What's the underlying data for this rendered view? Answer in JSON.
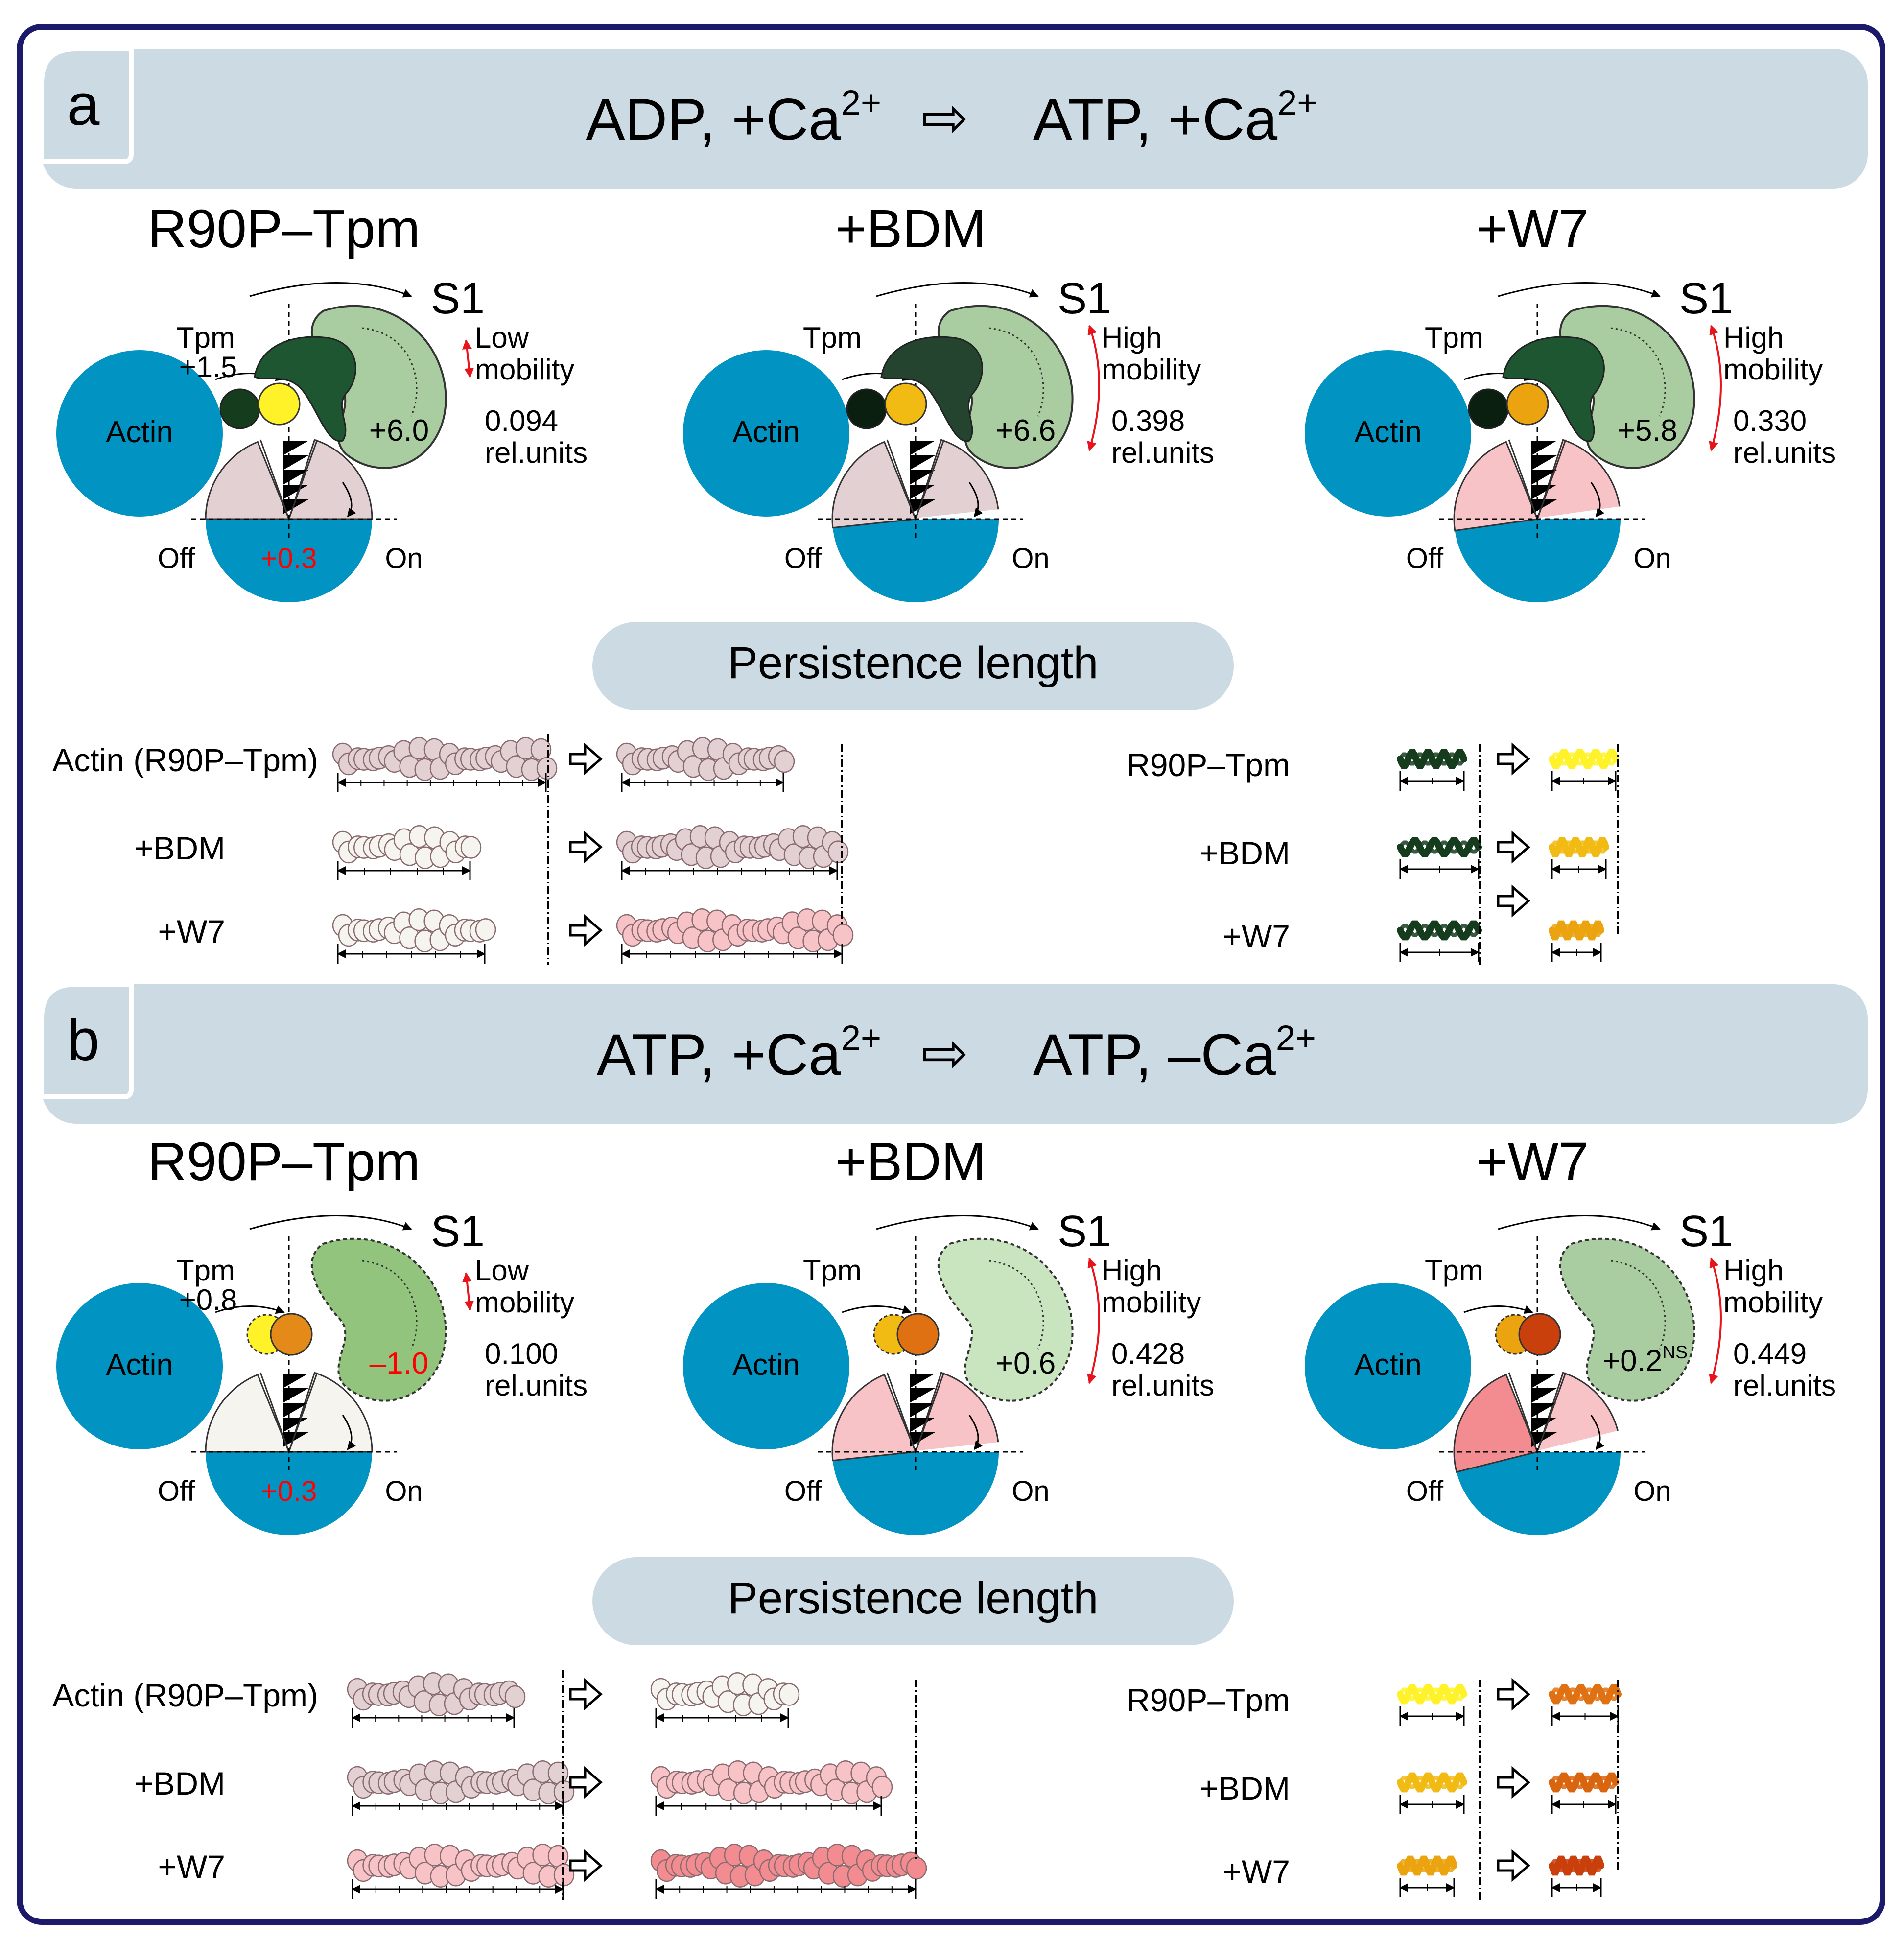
{
  "panel_a": {
    "letter": "a",
    "header": {
      "left": "ADP, +Ca",
      "arrow": "⇨",
      "right": "ATP, +Ca",
      "sup": "2+"
    },
    "states": [
      {
        "title": "R90P–Tpm",
        "tpm": "Tpm",
        "tpm_val": "+1.5",
        "s1": "S1",
        "s1_val": "+6.0",
        "mob1": "Low",
        "mob2": "mobility",
        "num": "0.094",
        "units": "rel.units",
        "actin": "Actin",
        "off": "Off",
        "on": "On",
        "center_val": "+0.3"
      },
      {
        "title": "+BDM",
        "tpm": "Tpm",
        "tpm_val": "",
        "s1": "S1",
        "s1_val": "+6.6",
        "mob1": "High",
        "mob2": "mobility",
        "num": "0.398",
        "units": "rel.units",
        "actin": "Actin",
        "off": "Off",
        "on": "On",
        "center_val": ""
      },
      {
        "title": "+W7",
        "tpm": "Tpm",
        "tpm_val": "",
        "s1": "S1",
        "s1_val": "+5.8",
        "mob1": "High",
        "mob2": "mobility",
        "num": "0.330",
        "units": "rel.units",
        "actin": "Actin",
        "off": "Off",
        "on": "On",
        "center_val": ""
      }
    ],
    "persistence_title": "Persistence length",
    "actin_rows": [
      "Actin (R90P–Tpm)",
      "+BDM",
      "+W7"
    ],
    "tpm_rows": [
      "R90P–Tpm",
      "+BDM",
      "+W7"
    ]
  },
  "panel_b": {
    "letter": "b",
    "header": {
      "left": "ATP, +Ca",
      "arrow": "⇨",
      "right": "ATP, –Ca",
      "sup": "2+"
    },
    "states": [
      {
        "title": "R90P–Tpm",
        "tpm": "Tpm",
        "tpm_val": "+0.8",
        "s1": "S1",
        "s1_val": "–1.0",
        "mob1": "Low",
        "mob2": "mobility",
        "num": "0.100",
        "units": "rel.units",
        "actin": "Actin",
        "off": "Off",
        "on": "On",
        "center_val": "+0.3"
      },
      {
        "title": "+BDM",
        "tpm": "Tpm",
        "tpm_val": "",
        "s1": "S1",
        "s1_val": "+0.6",
        "mob1": "High",
        "mob2": "mobility",
        "num": "0.428",
        "units": "rel.units",
        "actin": "Actin",
        "off": "Off",
        "on": "On",
        "center_val": ""
      },
      {
        "title": "+W7",
        "tpm": "Tpm",
        "tpm_val": "",
        "s1": "S1",
        "s1_val": "+0.2",
        "s1_sup": "NS",
        "mob1": "High",
        "mob2": "mobility",
        "num": "0.449",
        "units": "rel.units",
        "actin": "Actin",
        "off": "Off",
        "on": "On",
        "center_val": ""
      }
    ],
    "persistence_title": "Persistence length",
    "actin_rows": [
      "Actin (R90P–Tpm)",
      "+BDM",
      "+W7"
    ],
    "tpm_rows": [
      "R90P–Tpm",
      "+BDM",
      "+W7"
    ]
  },
  "colors": {
    "frame": "#1d1a6b",
    "header_bg": "#ccdae3",
    "actin": "#0193c2",
    "value_red": "#ff0000",
    "s1_green_light": "#a9cca0",
    "tpm_dark": "#163c1e"
  }
}
